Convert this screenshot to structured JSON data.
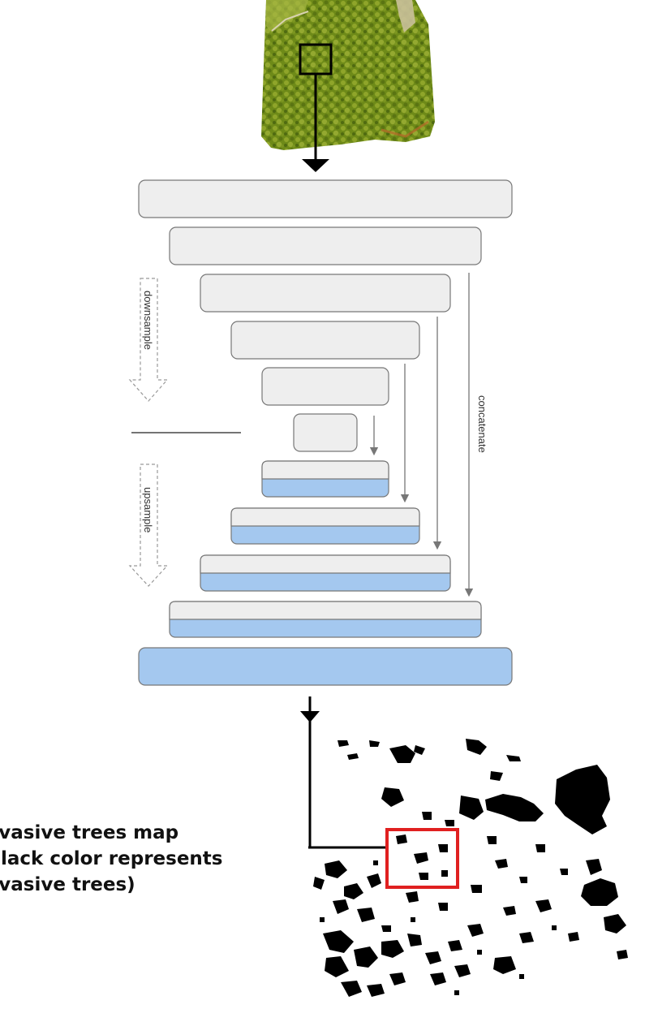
{
  "diagram": {
    "input": {
      "icon": "aerial-forest-image"
    },
    "network": {
      "encoder_blocks": 6,
      "decoder_blocks": 4,
      "output_blocks": 1,
      "labels": {
        "downsample": "downsample",
        "upsample": "upsample",
        "concatenate": "concatenate"
      }
    },
    "output": {
      "icon": "invasive-trees-binary-map",
      "caption": {
        "line1": "invasive trees map",
        "line2": "(black color represents",
        "line3": "invasive trees)"
      }
    },
    "colors": {
      "encoder_fill": "#eeeeee",
      "decoder_fill": "#a4c8ef",
      "block_stroke": "#777777",
      "arrow": "#000000",
      "skip_arrow": "#777777",
      "highlight": "#e02020",
      "forest_dark": "#556b10",
      "forest_light": "#8f9e2a"
    }
  }
}
